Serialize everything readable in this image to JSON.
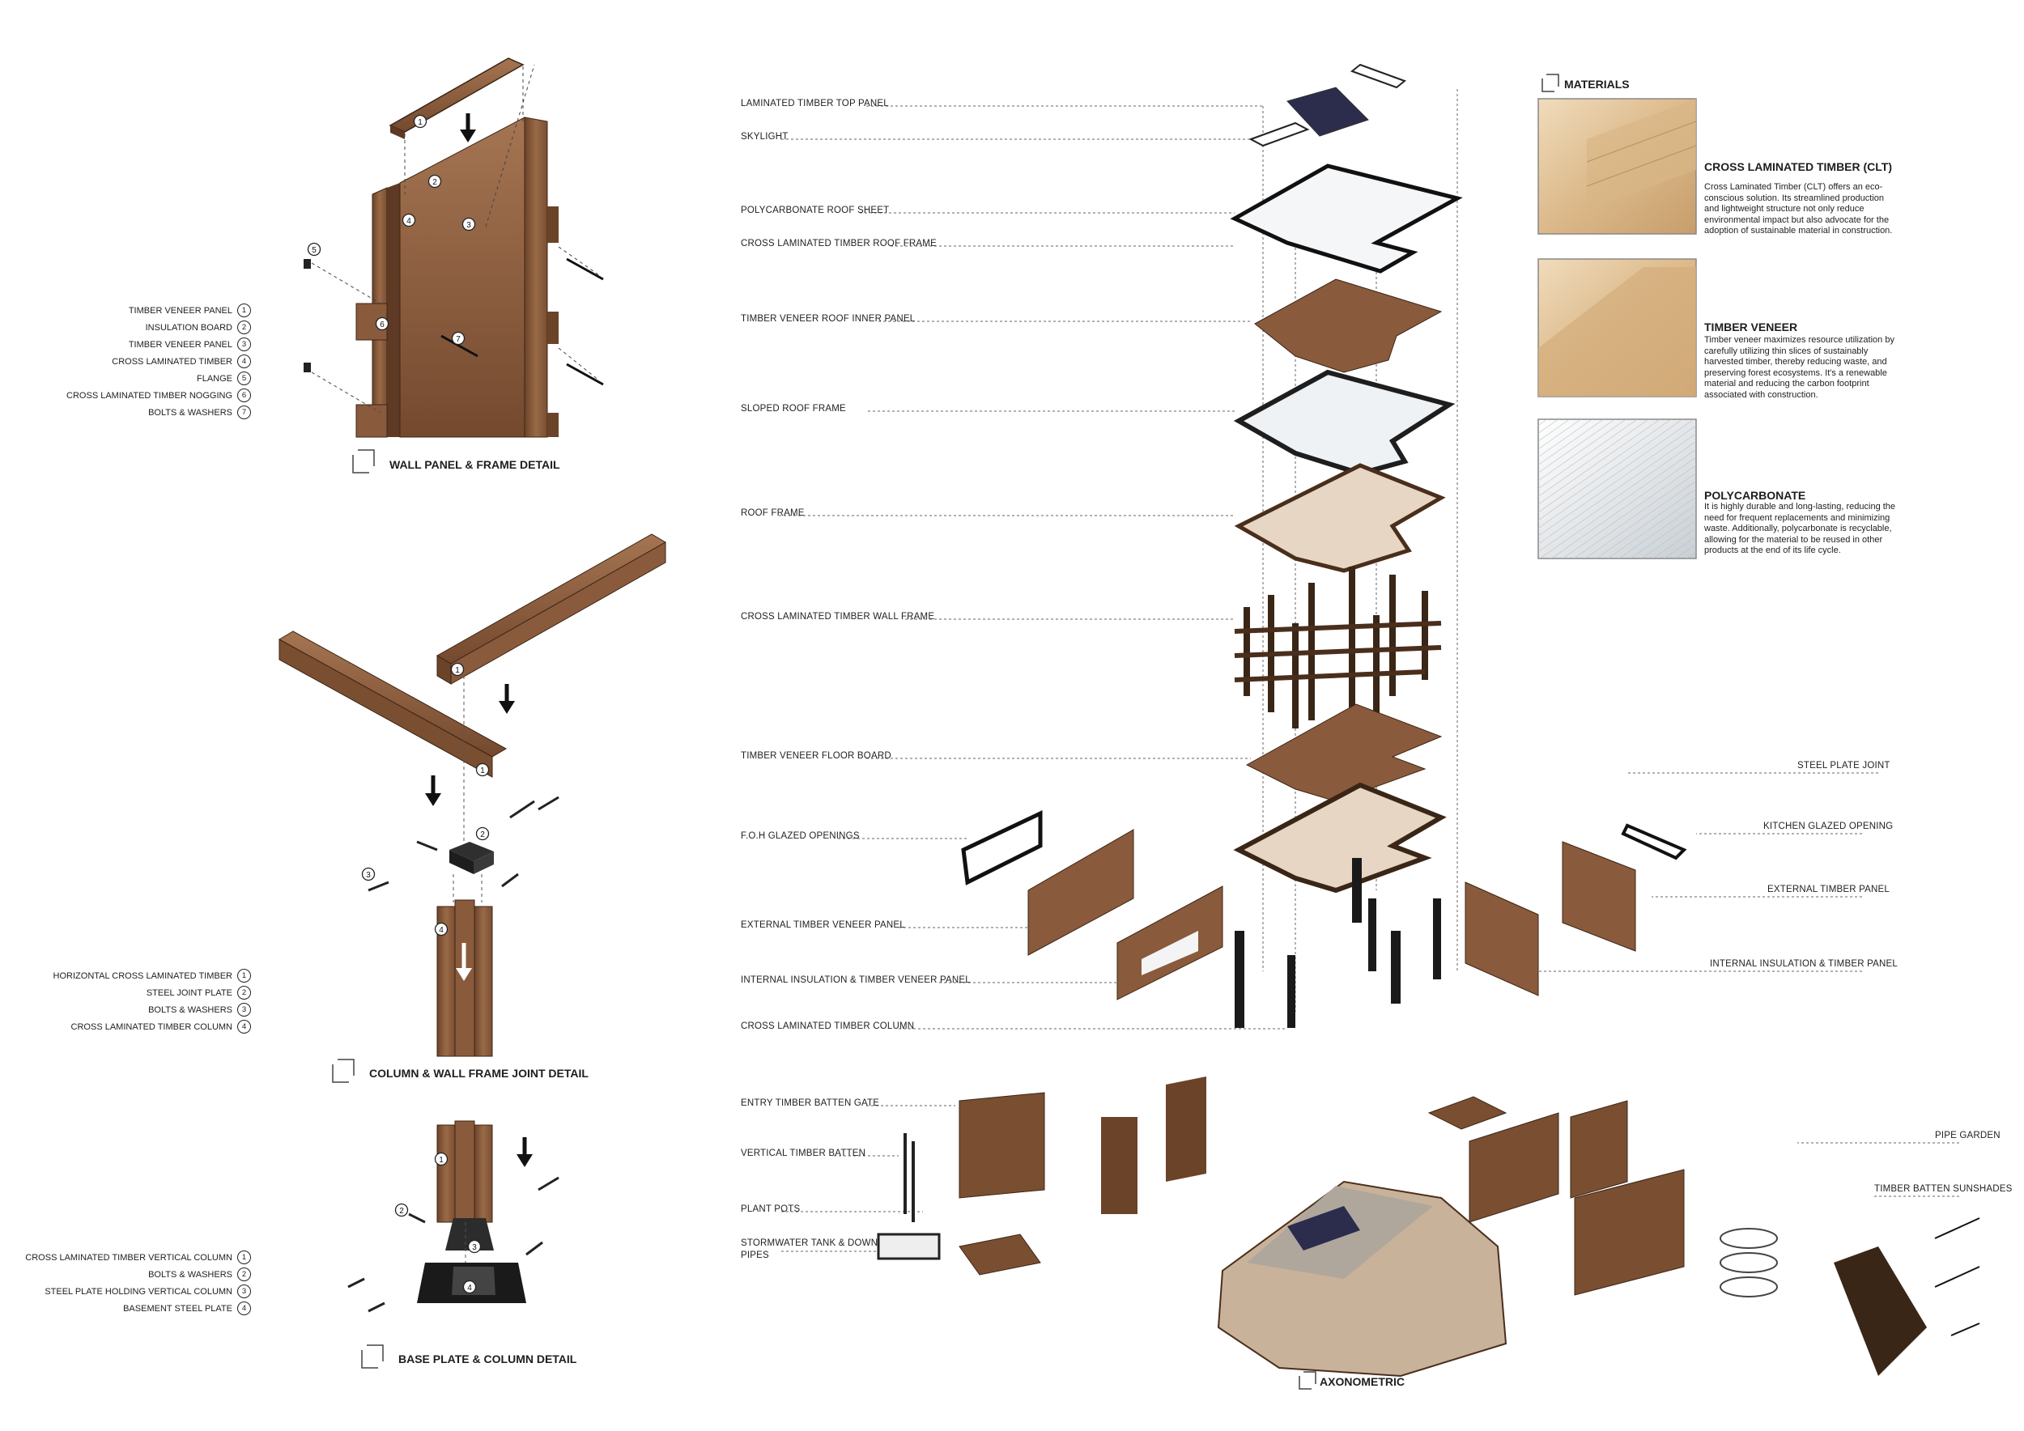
{
  "wall_detail": {
    "title": "WALL PANEL & FRAME DETAIL",
    "legend": [
      {
        "label": "TIMBER VENEER PANEL",
        "n": "1"
      },
      {
        "label": "INSULATION BOARD",
        "n": "2"
      },
      {
        "label": "TIMBER VENEER PANEL",
        "n": "3"
      },
      {
        "label": "CROSS LAMINATED TIMBER",
        "n": "4"
      },
      {
        "label": "FLANGE",
        "n": "5"
      },
      {
        "label": "CROSS LAMINATED TIMBER NOGGING",
        "n": "6"
      },
      {
        "label": "BOLTS & WASHERS",
        "n": "7"
      }
    ]
  },
  "joint_detail": {
    "title": "COLUMN & WALL FRAME JOINT DETAIL",
    "legend": [
      {
        "label": "HORIZONTAL CROSS LAMINATED TIMBER",
        "n": "1"
      },
      {
        "label": "STEEL JOINT PLATE",
        "n": "2"
      },
      {
        "label": "BOLTS & WASHERS",
        "n": "3"
      },
      {
        "label": "CROSS LAMINATED TIMBER COLUMN",
        "n": "4"
      }
    ]
  },
  "base_detail": {
    "title": "BASE PLATE & COLUMN DETAIL",
    "legend": [
      {
        "label": "CROSS LAMINATED TIMBER VERTICAL COLUMN",
        "n": "1"
      },
      {
        "label": "BOLTS & WASHERS",
        "n": "2"
      },
      {
        "label": "STEEL PLATE HOLDING VERTICAL COLUMN",
        "n": "3"
      },
      {
        "label": "BASEMENT STEEL PLATE",
        "n": "4"
      }
    ]
  },
  "axonometric": {
    "title": "AXONOMETRIC",
    "left_labels": [
      "LAMINATED TIMBER TOP PANEL",
      "SKYLIGHT",
      "POLYCARBONATE ROOF SHEET",
      "CROSS LAMINATED TIMBER ROOF FRAME",
      "TIMBER VENEER ROOF INNER PANEL",
      "SLOPED ROOF FRAME",
      "ROOF FRAME",
      "CROSS LAMINATED TIMBER WALL FRAME",
      "TIMBER VENEER FLOOR BOARD",
      "F.O.H GLAZED OPENINGS",
      "EXTERNAL TIMBER VENEER PANEL",
      "INTERNAL INSULATION & TIMBER VENEER PANEL",
      "CROSS LAMINATED TIMBER COLUMN",
      "ENTRY TIMBER BATTEN GATE",
      "VERTICAL TIMBER BATTEN",
      "PLANT POTS",
      "STORMWATER TANK & DOWN",
      "PIPES"
    ],
    "right_labels": [
      "STEEL PLATE JOINT",
      "KITCHEN GLAZED OPENING",
      "EXTERNAL TIMBER PANEL",
      "INTERNAL INSULATION & TIMBER PANEL",
      "PIPE GARDEN",
      "TIMBER BATTEN SUNSHADES"
    ]
  },
  "materials": {
    "heading": "MATERIALS",
    "items": [
      {
        "title": "CROSS LAMINATED TIMBER (CLT)",
        "desc": "Cross Laminated Timber (CLT) offers an eco-conscious solution. Its streamlined production and lightweight structure not only reduce environmental impact but also advocate for the adoption of sustainable material in construction."
      },
      {
        "title": "TIMBER VENEER",
        "desc": "Timber veneer maximizes resource utilization by carefully utilizing thin slices of sustainably harvested timber, thereby reducing waste, and preserving forest ecosystems. It's a renewable material and reducing the carbon footprint associated with construction."
      },
      {
        "title": "POLYCARBONATE",
        "desc": " It is highly durable and long-lasting, reducing the need for frequent replacements and minimizing waste. Additionally, polycarbonate is recyclable, allowing for the material to be reused in other products at the end of its life cycle."
      }
    ]
  },
  "colors": {
    "timber": "#8a5a3c",
    "timber_dark": "#5e3a24",
    "steel": "#2a2a2a",
    "glass": "#e8eef2",
    "clt": "#e3c59a"
  }
}
